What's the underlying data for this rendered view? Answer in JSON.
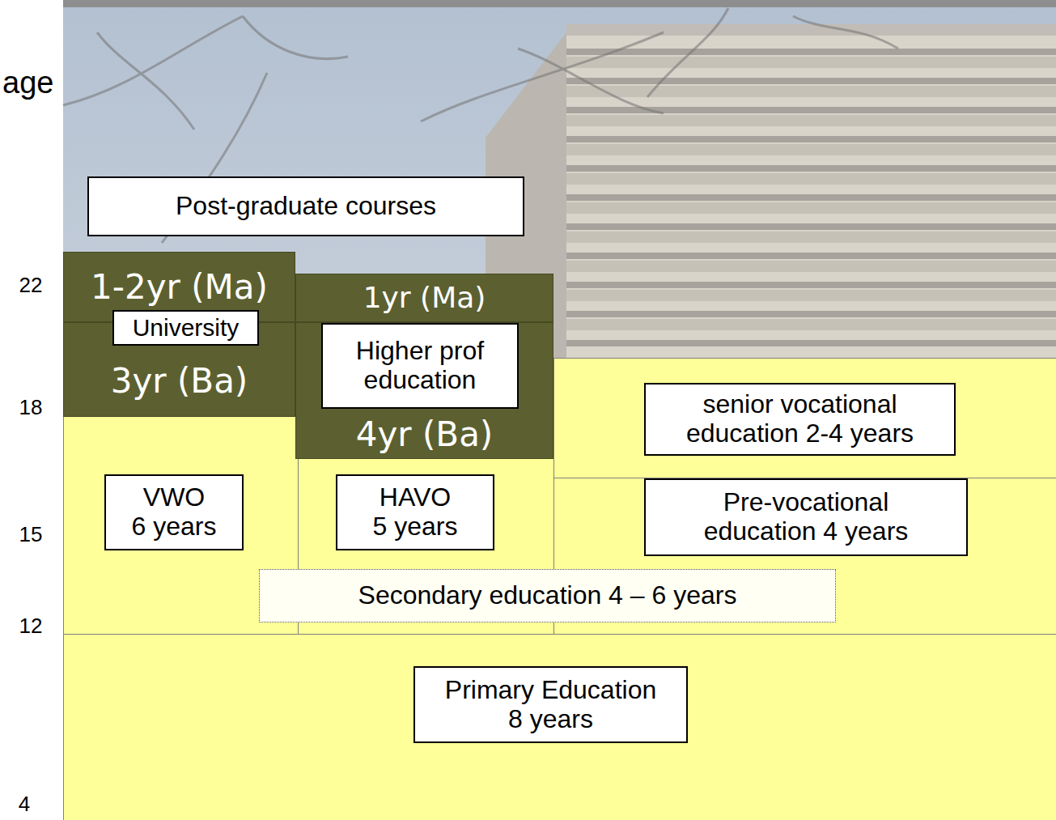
{
  "diagram": {
    "nodes": [
      {
        "text": [
          "Post-graduate courses"
        ]
      },
      {
        "text": [
          "1-2yr (Ma)"
        ]
      },
      {
        "text": [
          "University"
        ]
      },
      {
        "text": [
          "3yr (Ba)"
        ]
      },
      {
        "text": [
          "1yr (Ma)"
        ]
      },
      {
        "text": [
          "4yr (Ba)"
        ]
      },
      {
        "text": [
          "Higher prof education"
        ],
        "in": 5
      },
      {
        "text": [
          "senior vocational education 2-4 years"
        ]
      },
      {
        "text": [
          "VWO",
          "6 years"
        ]
      },
      {
        "text": [
          "HAVO",
          "5 years"
        ]
      },
      {
        "text": [
          "Pre-vocational education 4 years"
        ]
      },
      {
        "text": [
          "Secondary education 4 – 6 years"
        ]
      },
      {
        "text": [
          "Primary Education",
          "8 years"
        ]
      }
    ],
    "labels": [
      "age",
      "22",
      "18",
      "15",
      "12",
      "4"
    ]
  }
}
